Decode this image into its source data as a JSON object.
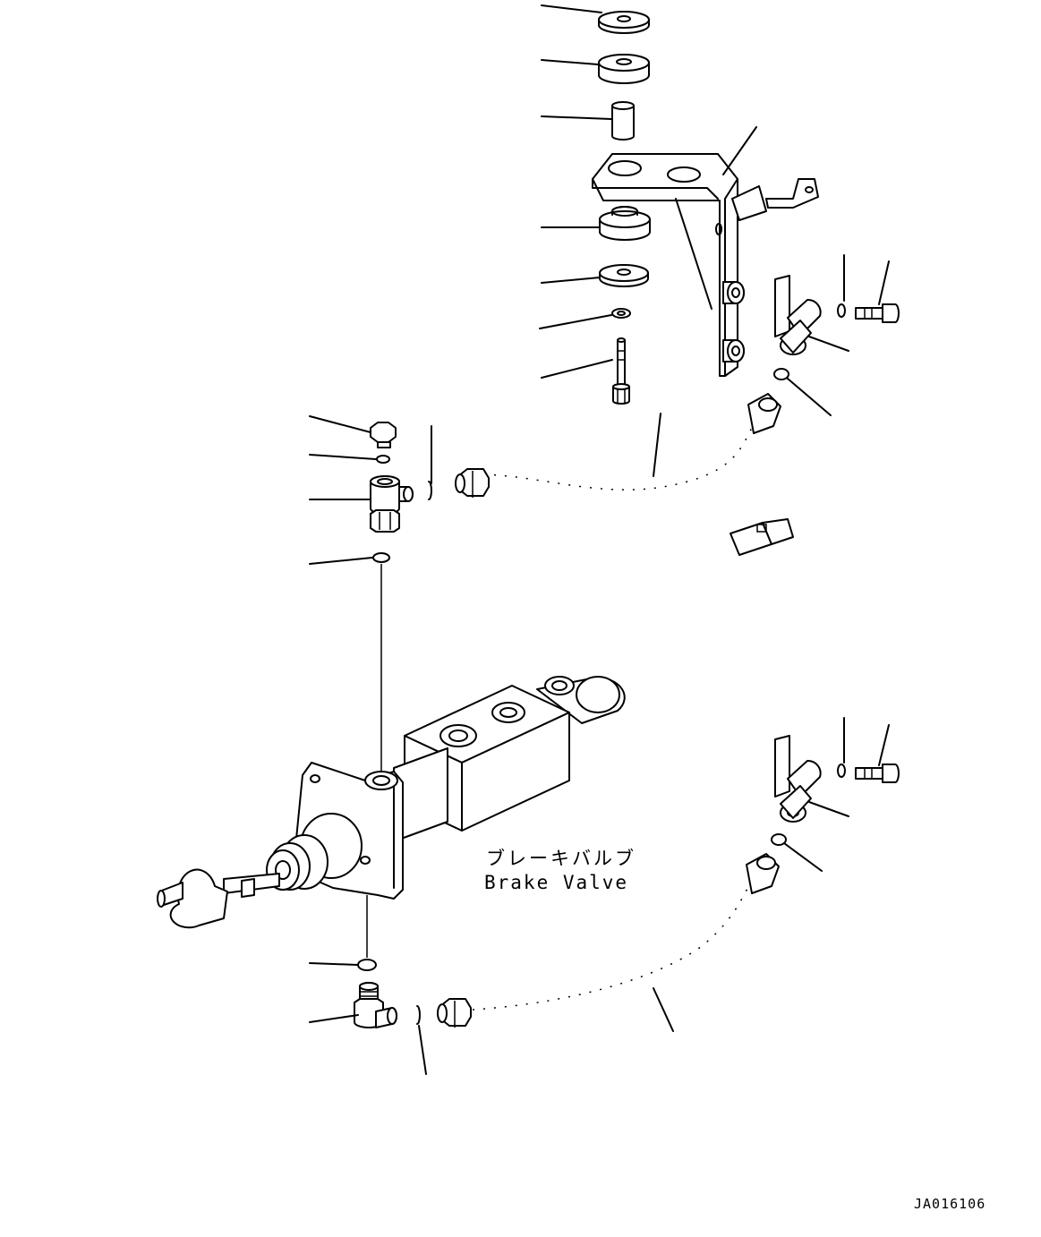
{
  "assembly": {
    "label_jp": "ブレーキバルブ",
    "label_en": "Brake Valve"
  },
  "drawing_code": "JA016106"
}
